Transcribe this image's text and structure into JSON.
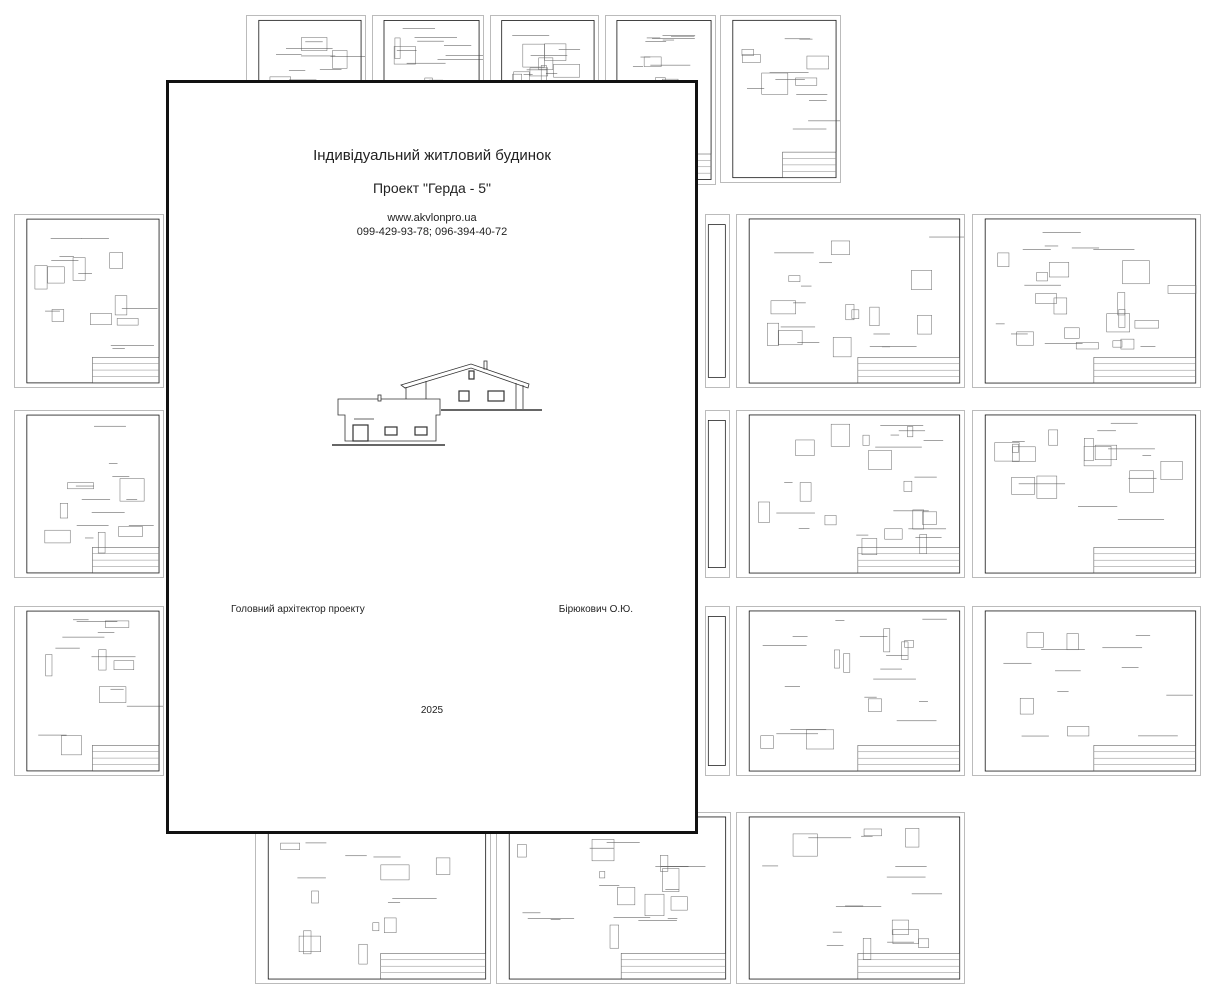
{
  "cover": {
    "title": "Індивідуальний житловий будинок",
    "subtitle": "Проект \"Герда - 5\"",
    "website": "www.akvlonpro.ua",
    "phones": "099-429-93-78; 096-394-40-72",
    "architect_label": "Головний архітектор проекту",
    "architect_name": "Бірюкович О.Ю.",
    "year": "2025"
  },
  "sheets": [
    {
      "kind": "title-page"
    },
    {
      "kind": "sheet-list"
    },
    {
      "kind": "general-notes"
    },
    {
      "kind": "notes"
    },
    {
      "kind": "site-plan"
    },
    {
      "kind": "floor-plan"
    },
    {
      "kind": "elevations"
    },
    {
      "kind": "elevations-3d"
    },
    {
      "kind": "foundation-plan"
    },
    {
      "kind": "foundation-details"
    },
    {
      "kind": "lintels"
    },
    {
      "kind": "slab-plan"
    },
    {
      "kind": "slab-details"
    },
    {
      "kind": "roof-framing"
    },
    {
      "kind": "sections"
    },
    {
      "kind": "roof-details"
    },
    {
      "kind": "rafter-plan"
    }
  ]
}
